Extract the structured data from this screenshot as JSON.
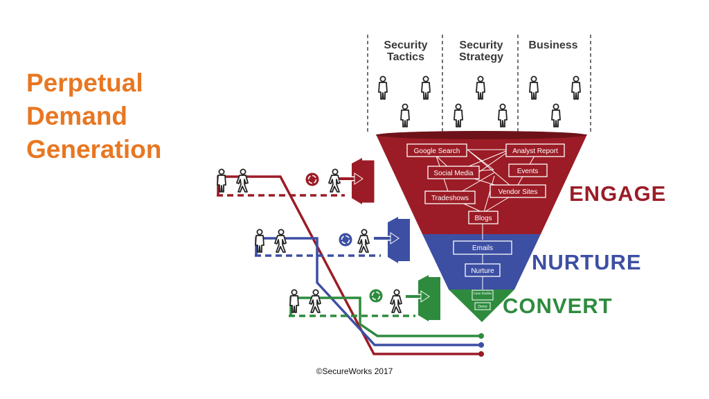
{
  "title_lines": [
    "Perpetual",
    "Demand",
    "Generation"
  ],
  "columns": [
    "Security Tactics",
    "Security Strategy",
    "Business"
  ],
  "stages": {
    "engage": {
      "label": "ENGAGE",
      "color": "#9b1c26"
    },
    "nurture": {
      "label": "NURTURE",
      "color": "#3d4fa3"
    },
    "convert": {
      "label": "CONVERT",
      "color": "#2e8b3e"
    }
  },
  "engage_boxes": [
    "Google Search",
    "Analyst Report",
    "Social Media",
    "Events",
    "Vendor Sites",
    "Tradeshows",
    "Blogs"
  ],
  "nurture_boxes": [
    "Emails",
    "Nurture"
  ],
  "convert_boxes": [
    "Case Studies",
    "Demo"
  ],
  "copyright": "©SecureWorks 2017",
  "icons": [
    "person-icon",
    "recycle-icon",
    "exit-door-icon",
    "arrow-icon"
  ]
}
